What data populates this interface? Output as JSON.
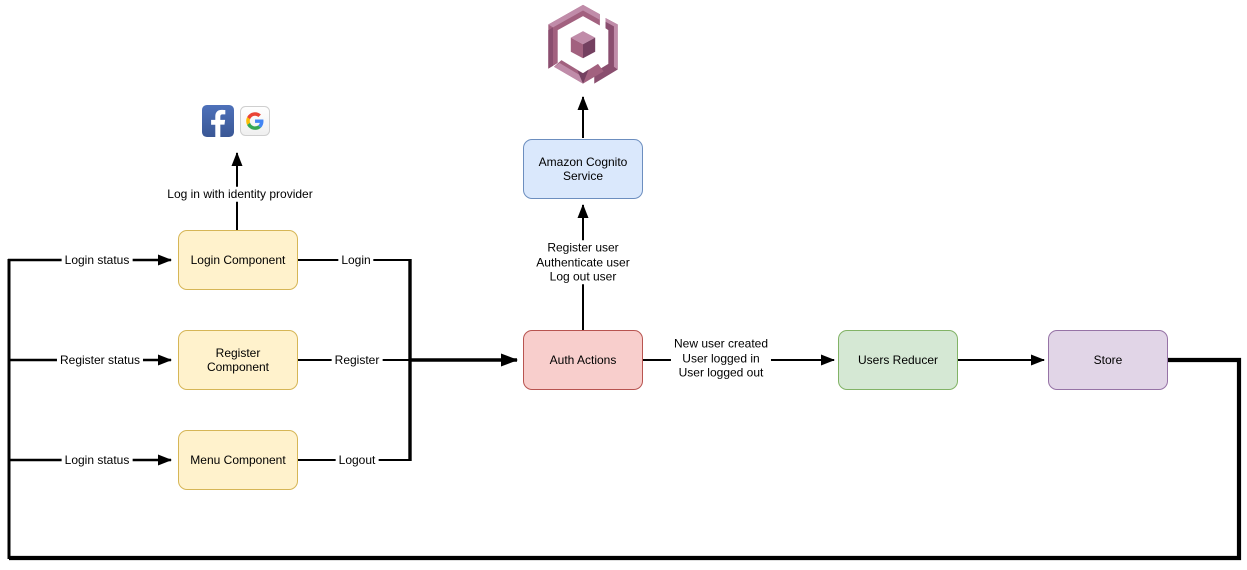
{
  "diagram": {
    "nodes": {
      "login_component": {
        "label": "Login Component",
        "fill": "#FFF2CC",
        "stroke": "#D6B656"
      },
      "register_component": {
        "label": "Register Component",
        "fill": "#FFF2CC",
        "stroke": "#D6B656"
      },
      "menu_component": {
        "label": "Menu Component",
        "fill": "#FFF2CC",
        "stroke": "#D6B656"
      },
      "auth_actions": {
        "label": "Auth Actions",
        "fill": "#F8CECC",
        "stroke": "#B85450"
      },
      "users_reducer": {
        "label": "Users Reducer",
        "fill": "#D5E8D4",
        "stroke": "#82B366"
      },
      "store": {
        "label": "Store",
        "fill": "#E1D5E7",
        "stroke": "#9673A6"
      },
      "cognito_service": {
        "label": "Amazon Cognito Service",
        "fill": "#DAE8FC",
        "stroke": "#6C8EBF"
      }
    },
    "edge_labels": {
      "login_status_top": "Login status",
      "register_status": "Register status",
      "login_status_bottom": "Login status",
      "login": "Login",
      "register": "Register",
      "logout": "Logout",
      "identity_provider": "Log in with identity provider",
      "cognito_ops": [
        "Register user",
        "Authenticate user",
        "Log out user"
      ],
      "auth_events": [
        "New user created",
        "User logged in",
        "User logged out"
      ]
    },
    "icons": {
      "facebook": "Facebook identity provider",
      "google": "Google identity provider",
      "aws_cognito": "Amazon Cognito"
    },
    "colors": {
      "wire": "#000000",
      "fb_top": "#4E71BA",
      "fb_bottom": "#3A5795",
      "g_blue": "#4285F4",
      "g_red": "#EA4335",
      "g_yellow": "#FBBC05",
      "g_green": "#34A853",
      "cog_light": "#C08CA9",
      "cog_mid": "#A2617F",
      "cog_dark": "#8A4E6F",
      "cog_deep": "#744060"
    }
  }
}
